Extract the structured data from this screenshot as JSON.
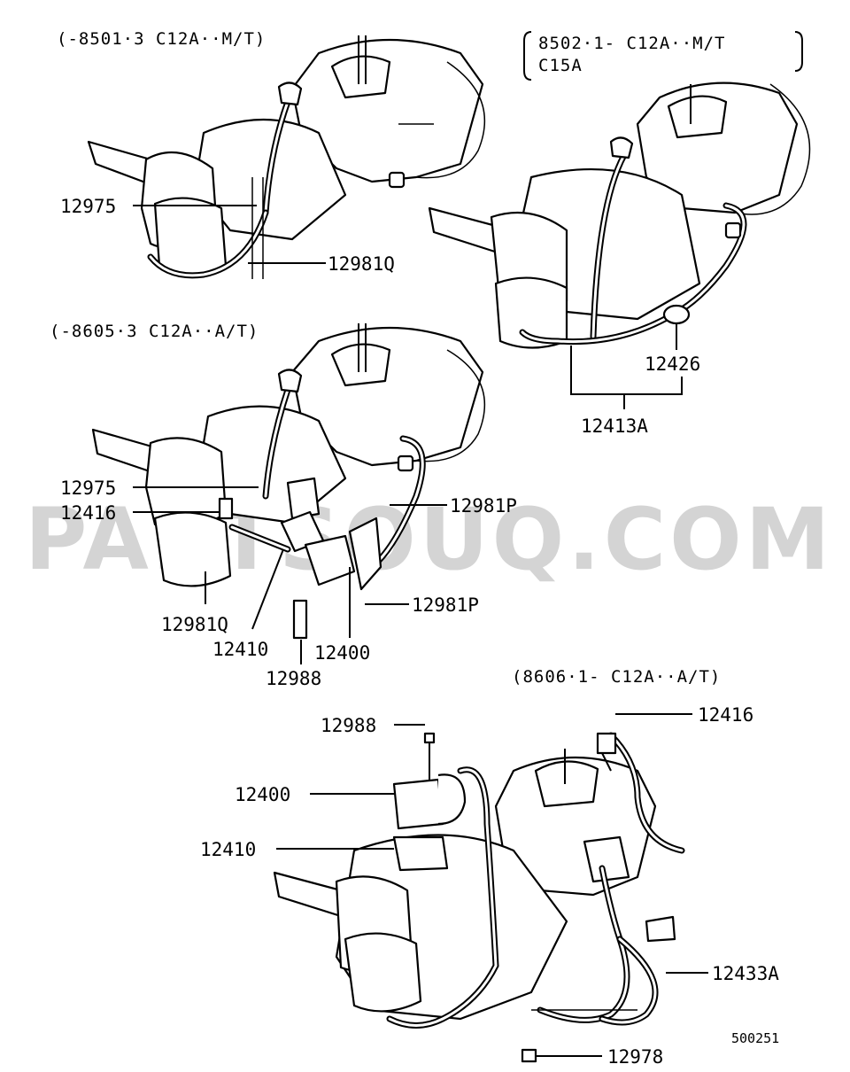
{
  "watermark": "PARTSOUQ.COM",
  "reference_code": "500251",
  "sections": [
    {
      "id": "s1",
      "caption": "(-8501·3 C12A··M/T)",
      "parts": [
        "12975",
        "12981Q"
      ]
    },
    {
      "id": "s2",
      "caption_line1": "8502·1- C12A··M/T",
      "caption_line2": "C15A",
      "parts": [
        "12426",
        "12413A"
      ]
    },
    {
      "id": "s3",
      "caption": "(-8605·3 C12A··A/T)",
      "parts": [
        "12975",
        "12416",
        "12981P",
        "12981P",
        "12981Q",
        "12410",
        "12400",
        "12988"
      ]
    },
    {
      "id": "s4",
      "caption": "(8606·1- C12A··A/T)",
      "parts": [
        "12988",
        "12416",
        "12400",
        "12410",
        "12433A",
        "12978"
      ]
    }
  ]
}
